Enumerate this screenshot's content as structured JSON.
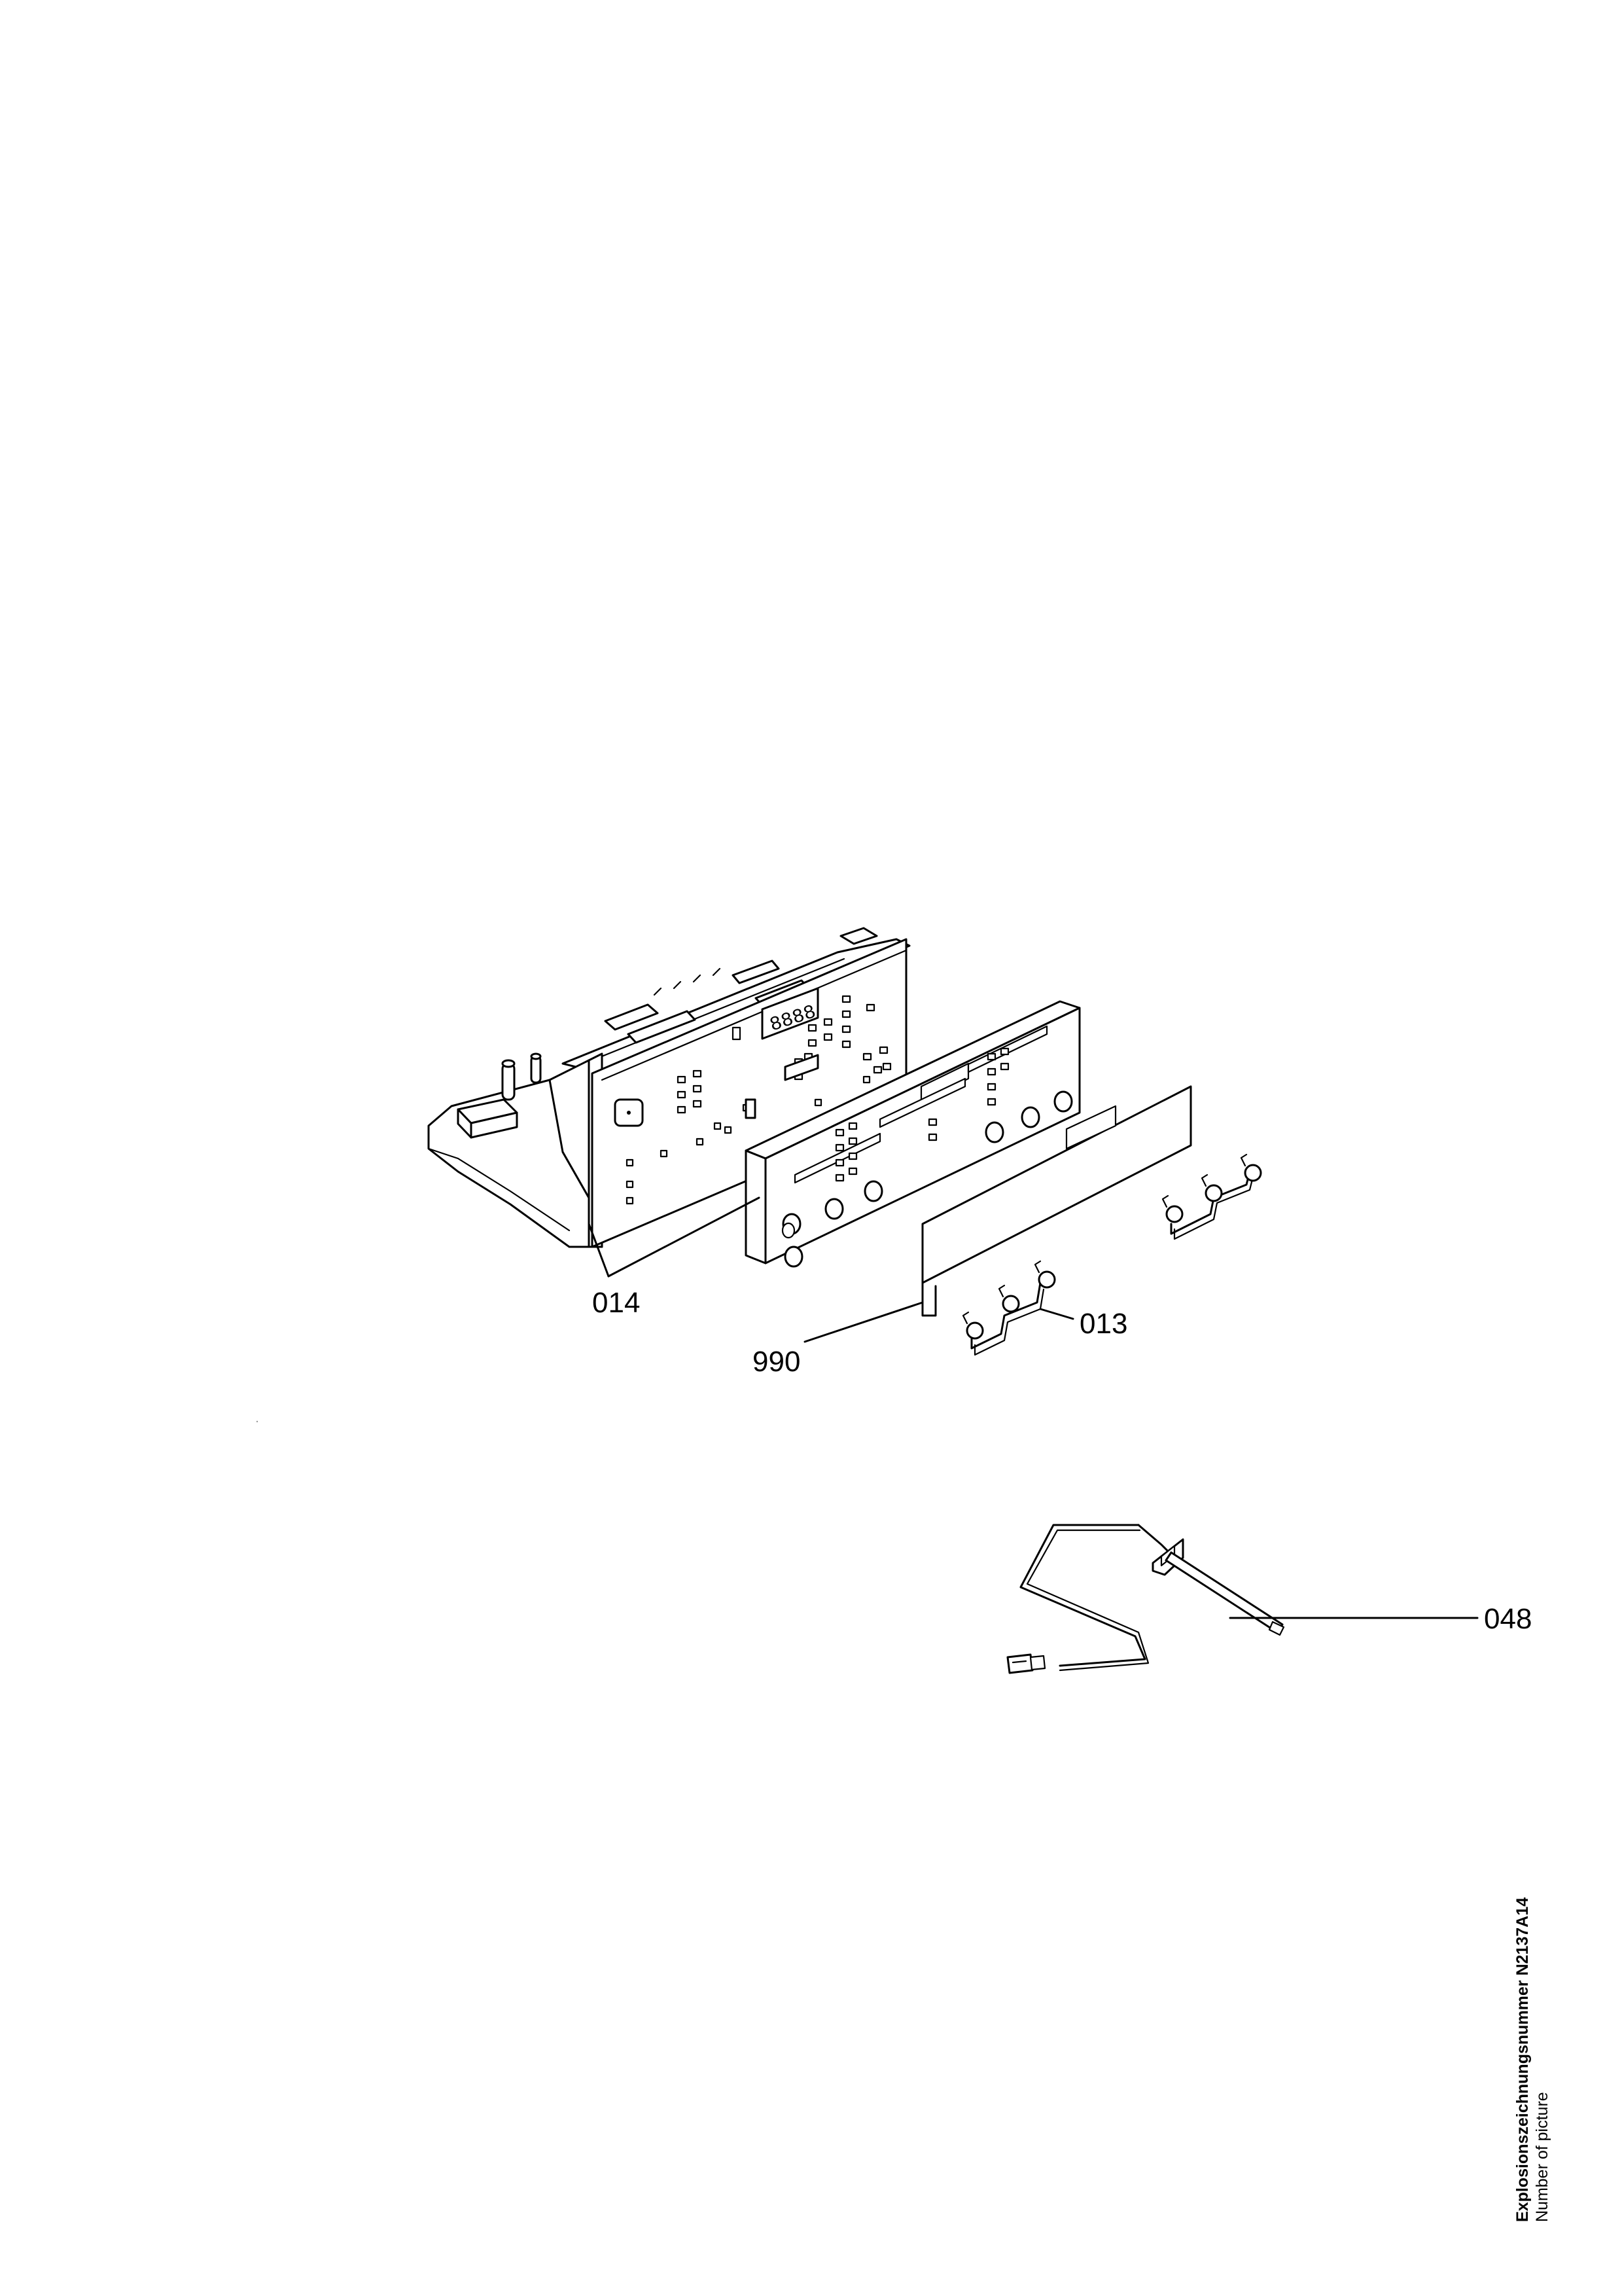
{
  "parts": [
    {
      "id": "014"
    },
    {
      "id": "990"
    },
    {
      "id": "013"
    },
    {
      "id": "048"
    }
  ],
  "display_digits": "8888",
  "caption": {
    "line1_label": "Explosionszeichnungsnummer",
    "picture_number": "N2137A14",
    "line2": "Number of picture"
  }
}
